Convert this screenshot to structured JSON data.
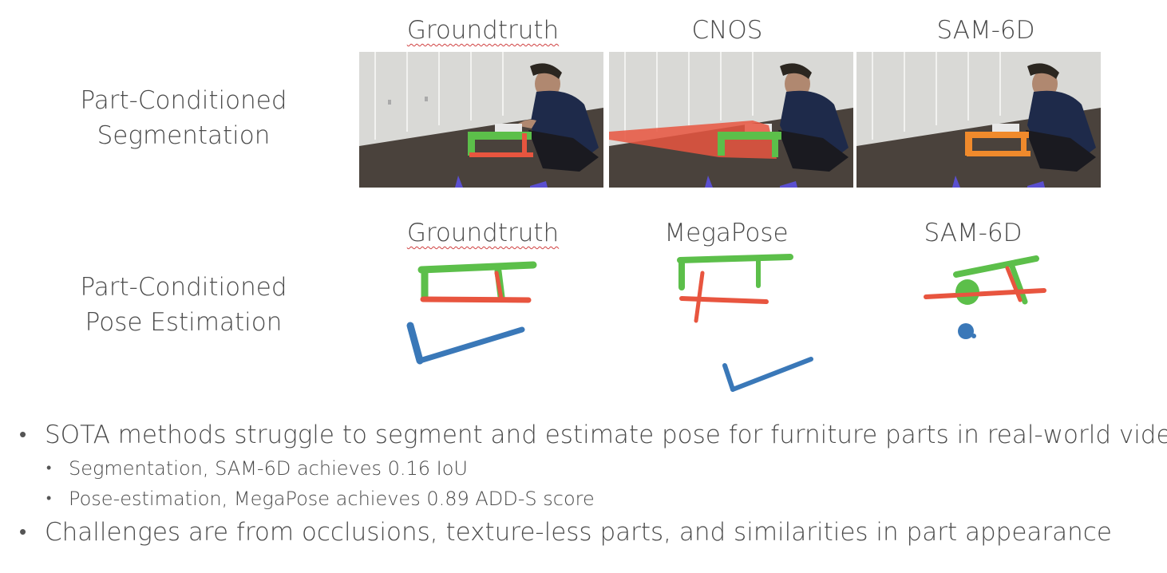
{
  "row_labels": {
    "seg_line1": "Part-Conditioned",
    "seg_line2": "Segmentation",
    "pose_line1": "Part-Conditioned",
    "pose_line2": "Pose Estimation"
  },
  "seg_headers": [
    "Groundtruth",
    "CNOS",
    "SAM-6D"
  ],
  "pose_headers": [
    "Groundtruth",
    "MegaPose",
    "SAM-6D"
  ],
  "colors": {
    "part_green": "#5cbf4a",
    "part_red": "#e8553f",
    "part_blue": "#3a78b8",
    "part_orange": "#f08a2c"
  },
  "bullets": [
    {
      "text": "SOTA methods struggle to segment and estimate pose for furniture parts in real-world videos",
      "children": [
        "Segmentation, SAM-6D achieves 0.16 IoU",
        "Pose-estimation, MegaPose achieves 0.89 ADD-S score"
      ]
    },
    {
      "text": "Challenges are from occlusions, texture-less parts, and similarities in part appearance",
      "children": []
    }
  ]
}
